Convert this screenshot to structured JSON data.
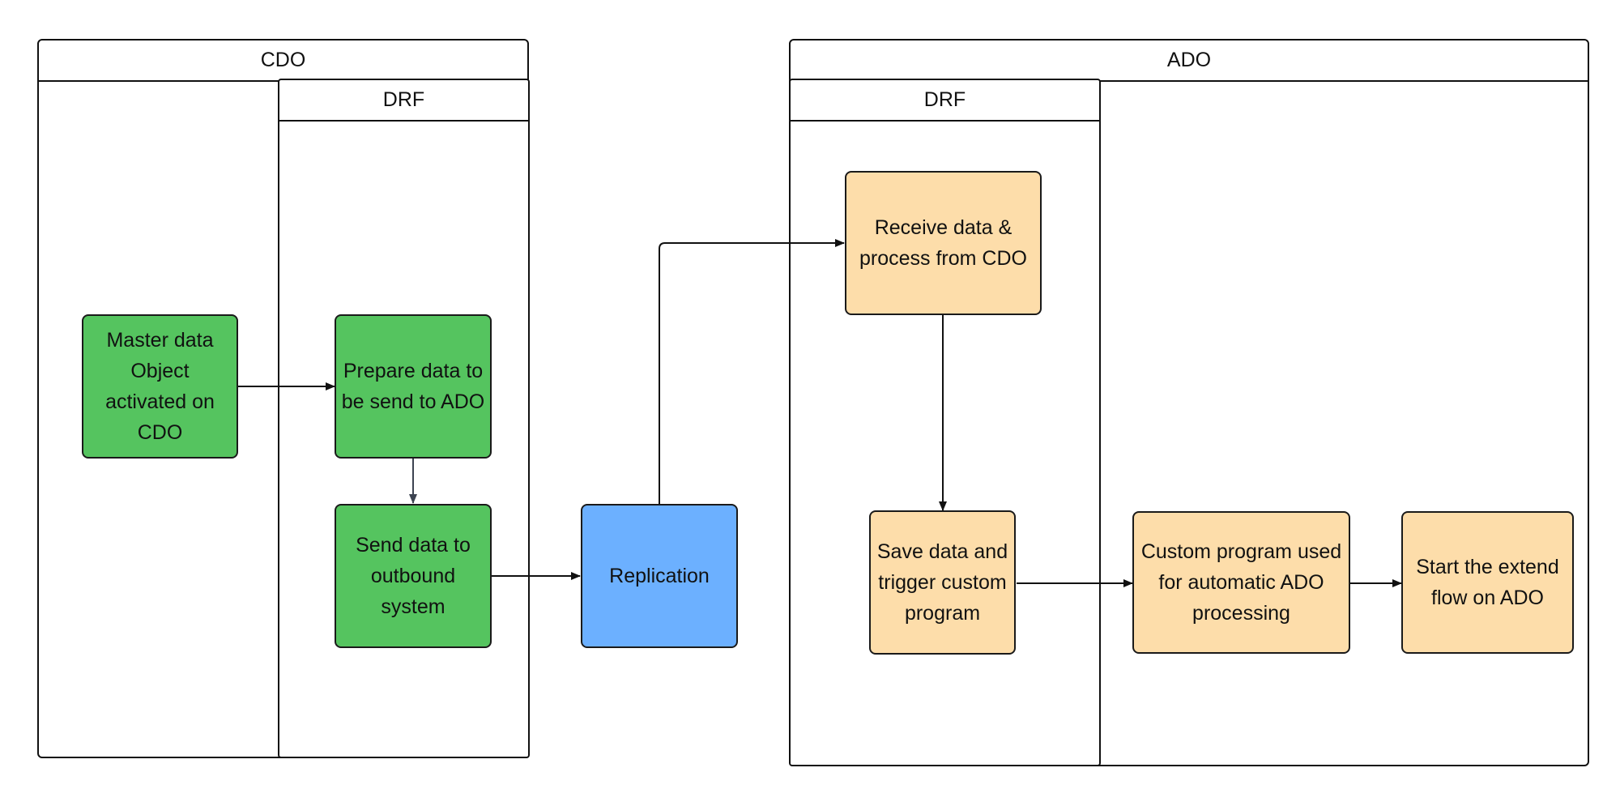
{
  "pools": {
    "cdo": {
      "title": "CDO"
    },
    "cdo_drf": {
      "title": "DRF"
    },
    "ado": {
      "title": "ADO"
    },
    "ado_drf": {
      "title": "DRF"
    }
  },
  "nodes": {
    "master_data": "Master data Object activated on CDO",
    "prepare_data": "Prepare data to be send to ADO",
    "send_data": "Send data to outbound system",
    "replication": "Replication",
    "receive_data": "Receive data & process from CDO",
    "save_data": "Save data and trigger custom program",
    "custom_program": "Custom program used for automatic ADO processing",
    "start_extend": "Start the extend flow on ADO"
  },
  "colors": {
    "cdo_steps": "#55c45f",
    "replication": "#6cb0ff",
    "ado_steps": "#fdddaa",
    "lines": "#111111"
  }
}
